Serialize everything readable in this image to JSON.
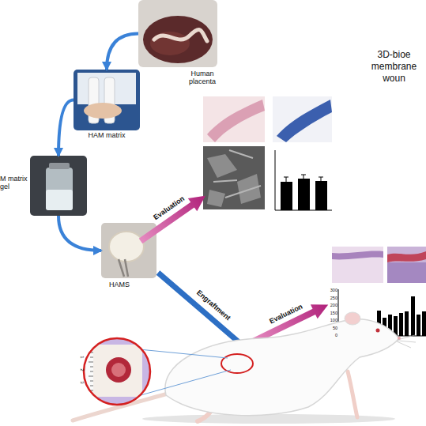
{
  "diagram": {
    "title": "3D-bioe membrane woun",
    "nodes": [
      {
        "text": [
          "Human placenta"
        ]
      },
      {
        "text": [
          "HAM matrix"
        ]
      },
      {
        "text": [
          "M matrix gel"
        ]
      },
      {
        "text": [
          "HAMS"
        ]
      }
    ],
    "edges": [
      {
        "from": 0,
        "to": 1,
        "arrow": "to"
      },
      {
        "from": 1,
        "to": 2,
        "arrow": "to"
      },
      {
        "from": 2,
        "to": 3,
        "arrow": "to"
      }
    ],
    "labels": [
      "Evaluation",
      "Engraftment",
      "Evaluation",
      "300",
      "250",
      "200",
      "150",
      "100",
      "50",
      "0",
      "1",
      "2",
      "3"
    ]
  }
}
